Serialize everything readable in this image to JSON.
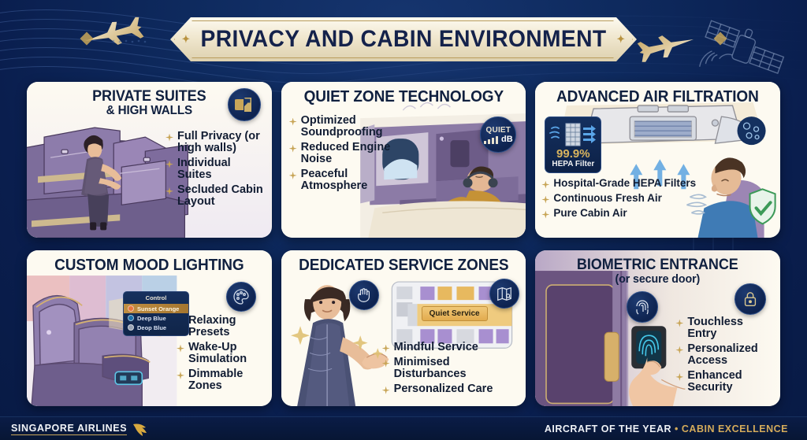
{
  "header": {
    "title": "PRIVACY AND CABIN ENVIRONMENT",
    "left_diamond": "✦",
    "right_diamond": "✦",
    "decor": {
      "plane_left_icon": "airplane-icon",
      "plane_right_icon": "airplane-icon",
      "satellite_icon": "satellite-icon"
    }
  },
  "cards": [
    {
      "id": "private-suites",
      "title": "PRIVATE SUITES",
      "title_line2": "& HIGH WALLS",
      "badge_icon": "suite-divider-icon",
      "bullets": [
        "Full Privacy",
        "(or high walls)",
        "Individual",
        "Suites",
        "Secluded Cabin",
        "Layout"
      ],
      "bullet_items": [
        {
          "text": "Full Privacy (or high walls)"
        },
        {
          "text": "Individual Suites"
        },
        {
          "text": "Secluded Cabin Layout"
        }
      ],
      "art": "illustration of passenger standing beside purple private suite seats with high walls"
    },
    {
      "id": "quiet-zone",
      "title": "QUIET ZONE TECHNOLOGY",
      "badge": {
        "label": "QUIET",
        "unit": "dB",
        "icon": "signal-bars-icon"
      },
      "bullet_items": [
        {
          "text": "Optimized Soundproofing"
        },
        {
          "text": "Reduced Engine Noise"
        },
        {
          "text": "Peaceful Atmosphere"
        }
      ],
      "art": "illustration of passenger with headphones reclining in lie-flat suite beside cabin window"
    },
    {
      "id": "air-filtration",
      "title": "ADVANCED AIR FILTRATION",
      "badge": {
        "percent": "99.9%",
        "label": "HEPA Filter",
        "icon": "air-filter-icon"
      },
      "extra_icons": [
        "particle-icon",
        "shield-check-icon"
      ],
      "bullet_items": [
        {
          "text": "Hospital-Grade HEPA Filters"
        },
        {
          "text": "Continuous Fresh Air"
        },
        {
          "text": "Pure Cabin Air"
        }
      ],
      "art": "illustration of overhead cabin air vents with blue airflow arrows and seated passenger"
    },
    {
      "id": "mood-lighting",
      "title": "CUSTOM MOOD LIGHTING",
      "badge_icon": "palette-icon",
      "control_panel": {
        "header": "Control",
        "options": [
          {
            "label": "Sunset Orange",
            "color": "#e8763c",
            "selected": true
          },
          {
            "label": "Deep Blue",
            "color": "#1a6fa8",
            "selected": false
          },
          {
            "label": "Deop Blue",
            "color": "#9aa4b4",
            "selected": false
          }
        ]
      },
      "bullet_items": [
        {
          "text": "Relaxing Presets"
        },
        {
          "text": "Wake-Up Simulation"
        },
        {
          "text": "Dimmable Zones"
        }
      ],
      "art": "illustration of purple cabin seat with glowing ambient lighting and armrest control"
    },
    {
      "id": "service-zones",
      "title": "DEDICATED SERVICE ZONES",
      "badge_icons": [
        "raised-hand-icon",
        "cabin-map-icon"
      ],
      "map_chip": "Quiet Service",
      "bullet_items": [
        {
          "text": "Mindful Service"
        },
        {
          "text": "Minimised Disturbances"
        },
        {
          "text": "Personalized Care"
        }
      ],
      "art": "illustration of smiling cabin crew member in batik uniform gesturing toward cabin seat-map"
    },
    {
      "id": "biometric-entrance",
      "title": "BIOMETRIC ENTRANCE",
      "title_line2": "(or secure door)",
      "badge_icons": [
        "fingerprint-icon",
        "lock-icon"
      ],
      "bullet_items": [
        {
          "text": "Touchless Entry"
        },
        {
          "text": "Personalized Access"
        },
        {
          "text": "Enhanced Security"
        }
      ],
      "art": "illustration of hand pressing a glowing fingerprint scanner beside a purple suite door"
    }
  ],
  "footer": {
    "brand": "SINGAPORE AIRLINES",
    "brand_logo_icon": "singapore-airlines-bird-icon",
    "award_primary": "AIRCRAFT OF THE YEAR",
    "award_separator": "•",
    "award_secondary": "CABIN EXCELLENCE"
  },
  "colors": {
    "background_navy": "#0c2255",
    "card_cream": "#fdfaf1",
    "gold": "#c8a659",
    "title_navy": "#10203f",
    "badge_navy": "#14305f"
  }
}
